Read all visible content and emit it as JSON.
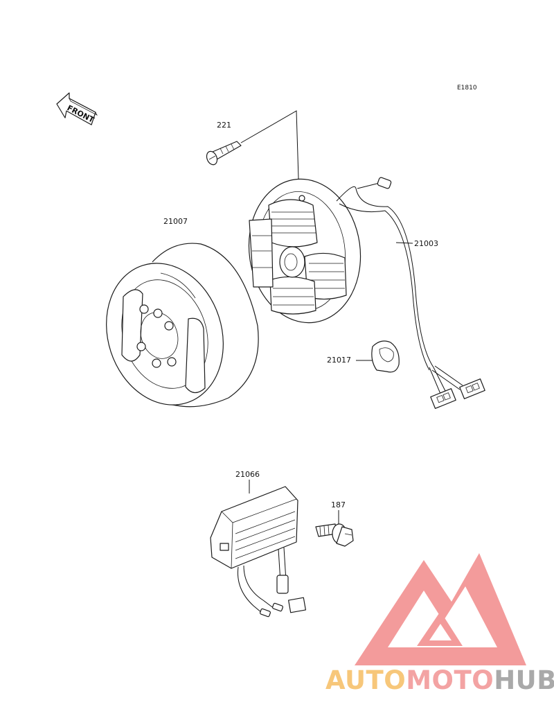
{
  "diagram": {
    "code": "E1810",
    "front_label": "FRONT",
    "parts": [
      {
        "id": "screw",
        "number": "221"
      },
      {
        "id": "flywheel",
        "number": "21007"
      },
      {
        "id": "stator",
        "number": "21003"
      },
      {
        "id": "grommet",
        "number": "21017"
      },
      {
        "id": "regulator",
        "number": "21066"
      },
      {
        "id": "bolt",
        "number": "187"
      }
    ]
  },
  "watermark": {
    "parts": [
      "AUTO",
      "MOTO",
      "HUB"
    ],
    "colors": {
      "triangle": "#f39b9b",
      "auto": "#f7c77a",
      "moto": "#f3a3a3",
      "hub": "#a9a9a9"
    }
  }
}
